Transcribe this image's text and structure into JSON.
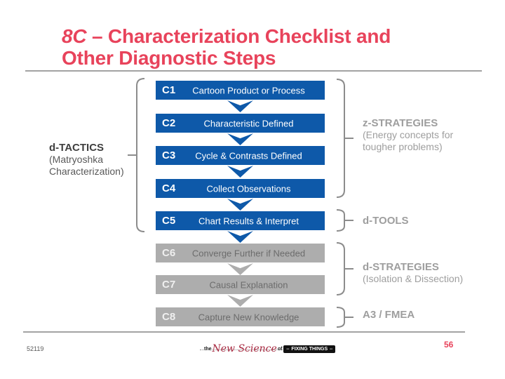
{
  "theme": {
    "accent_red": "#E8435B",
    "step_blue": "#0E59A9",
    "step_gray": "#ADADAD",
    "label_gray": "#9E9E9E"
  },
  "title": {
    "prefix": "8C",
    "rest": " – Characterization Checklist and Other Diagnostic Steps"
  },
  "flowchart": {
    "steps": [
      {
        "id": "C1",
        "label": "Cartoon Product or Process",
        "style": "blue"
      },
      {
        "id": "C2",
        "label": "Characteristic Defined",
        "style": "blue"
      },
      {
        "id": "C3",
        "label": "Cycle & Contrasts Defined",
        "style": "blue"
      },
      {
        "id": "C4",
        "label": "Collect Observations",
        "style": "blue"
      },
      {
        "id": "C5",
        "label": "Chart Results & Interpret",
        "style": "blue"
      },
      {
        "id": "C6",
        "label": "Converge Further if Needed",
        "style": "gray"
      },
      {
        "id": "C7",
        "label": "Causal Explanation",
        "style": "gray"
      },
      {
        "id": "C8",
        "label": "Capture New Knowledge",
        "style": "gray"
      }
    ],
    "arrows": [
      "blue",
      "blue",
      "blue",
      "blue",
      "blue",
      "gray",
      "gray"
    ]
  },
  "annotations": {
    "left": {
      "label": "d-TACTICS",
      "sublabel": "(Matryoshka Characterization)"
    },
    "right": [
      {
        "label": "z-STRATEGIES",
        "sublabel": "(Energy concepts for tougher problems)"
      },
      {
        "label": "d-TOOLS",
        "sublabel": ""
      },
      {
        "label": "d-STRATEGIES",
        "sublabel": "(Isolation & Dissection)"
      },
      {
        "label": "A3 / FMEA",
        "sublabel": ""
      }
    ]
  },
  "footer": {
    "date_code": "52119",
    "page_number": "56",
    "logo": {
      "word_the": "the",
      "script": "New Science",
      "word_of": "of",
      "badge": "FIXING THINGS",
      "dash": "--"
    }
  }
}
